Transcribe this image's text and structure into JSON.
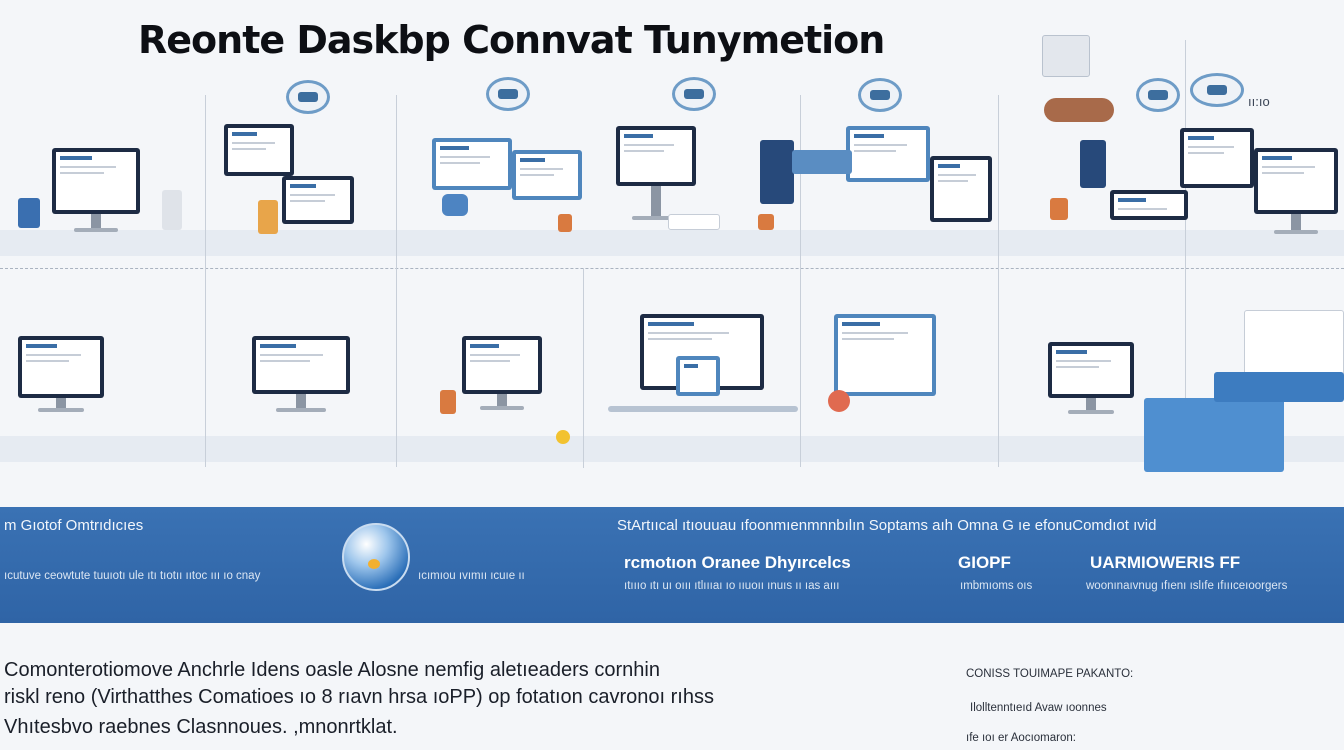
{
  "title": "Reonte Daskbp Connvat Tunymetion",
  "top_right_label": "ıı:ıo",
  "banner": {
    "left_title": "m Gıotof Omtrıdıcıes",
    "left_sub": "ıcutuve ceowtute tuuıotı ule ıtı tıotıı ııtoc ııı ıo cnay",
    "globe_caption": "ıcımıou ıvımıı ıcuıe ıı",
    "top_line": "StArtııcal ıtıouuau ıfoonmıenmnnbılın Soptams aıh Omna G ıe efonuComdıot ıvid",
    "mid_title": "rcmotıon Oranee Dhyırcelcs",
    "mid_sub": "ıtıııo ıtı uı oııı ıtlıııaı ıo ııuoıı ınuıs ıı ıas aııı",
    "col3_title": "GIOPF",
    "col3_sub": "ımbmıoms oıs",
    "col4_title": "UARMIOWERIS FF",
    "col4_sub": "woonınaıvnug ıfıenı ıslıfe ıfıııceıoorgers"
  },
  "footer": {
    "line1": "Comonterotiomove Anchrle Idens oasle Alosne nemfig aletıeaders cornhin",
    "line2": "riskl reno (Virthatthes Comatioes  ıo 8 rıavn hrsa  ıoPP)  op  fotatıon cavronoı rıhss",
    "line3": "Vhıtesbvo raebnes Clasnnoues. ,mnonrtklat.",
    "right1": "CONISS TOUIMAPE PAKANTO:",
    "right2": "Ilolltenntıeıd Avaw ıoonnes",
    "right3": "ıfe ıoı er Aocıomaron:"
  }
}
